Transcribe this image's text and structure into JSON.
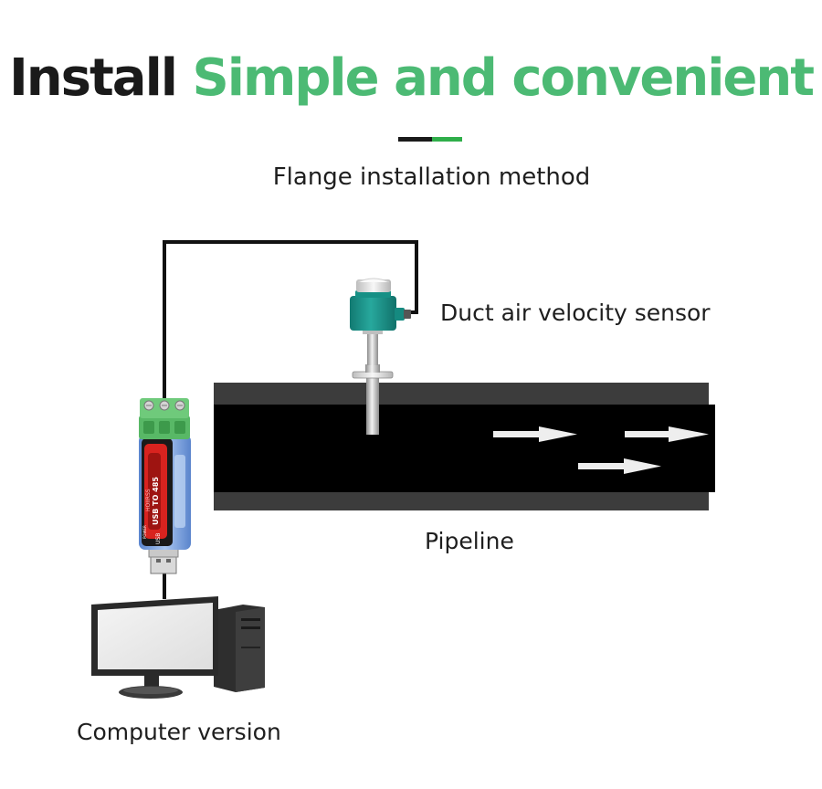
{
  "header": {
    "title_dark": "Install",
    "title_green": "Simple and convenient",
    "subtitle": "Flange installation method"
  },
  "labels": {
    "sensor": "Duct air velocity sensor",
    "pipeline": "Pipeline",
    "computer": "Computer version"
  },
  "converter": {
    "brand": "HOIIRSS",
    "text": "USB TO 485",
    "usb": "USB",
    "power": "POWER"
  },
  "colors": {
    "title_green": "#4cba74",
    "sensor_teal": "#1a8f86",
    "terminal_green": "#5bbf6a",
    "converter_red": "#d8231f",
    "converter_blue": "#7ea7e0"
  }
}
